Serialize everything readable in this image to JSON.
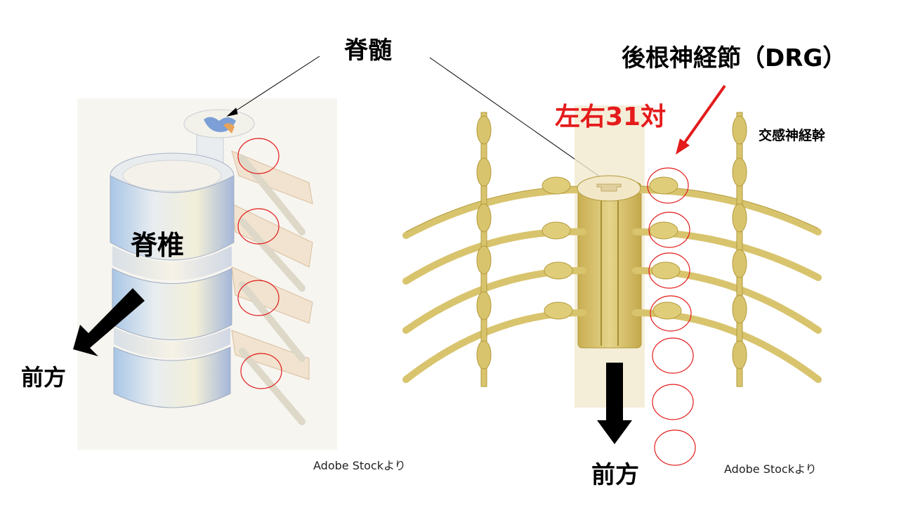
{
  "labels": {
    "spinal_cord": "脊髄",
    "drg": "後根神経節（DRG）",
    "pairs": "左右31対",
    "sympathetic_trunk": "交感神経幹",
    "vertebra": "脊椎",
    "front_left": "前方",
    "front_right": "前方"
  },
  "credits": {
    "left": "Adobe Stockより",
    "right": "Adobe Stockより"
  },
  "colors": {
    "nerve": "#d9c46e",
    "nerve_stroke": "#b39a3a",
    "cord": "#efe6c0",
    "highlight_circle": "#e31b1b",
    "arrow_red": "#e31b1b",
    "arrow_black": "#000000"
  }
}
